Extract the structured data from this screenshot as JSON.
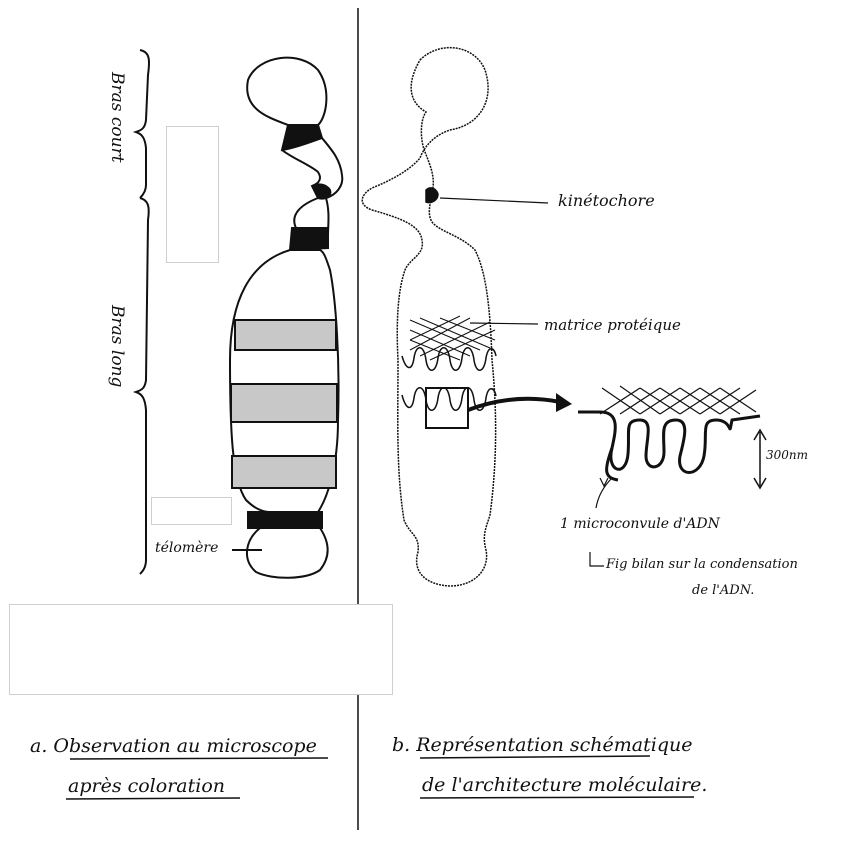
{
  "left": {
    "bracket_short_arm": "Bras court",
    "bracket_long_arm": "Bras long",
    "telomere": "télomère",
    "caption_line1": "a. Observation au microscope",
    "caption_line2": "après coloration"
  },
  "right": {
    "kinetochore": "kinétochore",
    "matrix": "matrice protéique",
    "loop_size": "300nm",
    "microloop": "1 microconvule d'ADN",
    "summary_line1": "Fig bilan sur la condensation",
    "summary_line2": "de l'ADN.",
    "caption_line1": "b. Représentation schématique",
    "caption_line2": "de l'architecture moléculaire."
  },
  "colors": {
    "ink": "#111111",
    "band_grey": "#c8c8c8",
    "box_border": "#cfcfcf"
  }
}
